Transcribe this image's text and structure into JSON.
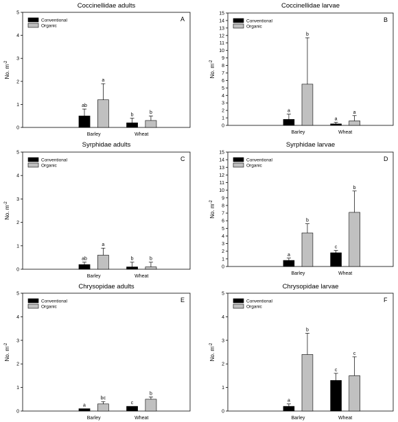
{
  "colors": {
    "conventional": "#000000",
    "organic": "#c0c0c0",
    "axis": "#000000"
  },
  "chart_data": [
    {
      "type": "bar",
      "title": "Coccinellidae adults",
      "panel": "A",
      "ylabel": "No. m",
      "ylabel_superscript": "-2",
      "ylim": [
        0,
        5
      ],
      "yticks": [
        0,
        1,
        2,
        3,
        4,
        5
      ],
      "categories": [
        "Barley",
        "Wheat"
      ],
      "series": [
        {
          "name": "Conventional",
          "values": [
            0.5,
            0.2
          ],
          "errors": [
            0.3,
            0.2
          ],
          "labels": [
            "ab",
            "b"
          ]
        },
        {
          "name": "Organic",
          "values": [
            1.2,
            0.3
          ],
          "errors": [
            0.7,
            0.2
          ],
          "labels": [
            "a",
            "b"
          ]
        }
      ],
      "legend": "top-left"
    },
    {
      "type": "bar",
      "title": "Coccinellidae larvae",
      "panel": "B",
      "ylabel": "No. m",
      "ylabel_superscript": "-2",
      "ylim": [
        0,
        15
      ],
      "yticks": [
        0,
        1,
        2,
        3,
        4,
        5,
        6,
        7,
        8,
        9,
        10,
        11,
        12,
        13,
        14,
        15
      ],
      "categories": [
        "Barley",
        "Wheat"
      ],
      "series": [
        {
          "name": "Conventional",
          "values": [
            0.8,
            0.2
          ],
          "errors": [
            0.7,
            0.2
          ],
          "labels": [
            "a",
            "a"
          ]
        },
        {
          "name": "Organic",
          "values": [
            5.5,
            0.6
          ],
          "errors": [
            6.2,
            0.7
          ],
          "labels": [
            "b",
            "a"
          ]
        }
      ],
      "legend": "top-left"
    },
    {
      "type": "bar",
      "title": "Syrphidae adults",
      "panel": "C",
      "ylabel": "No. m",
      "ylabel_superscript": "-2",
      "ylim": [
        0,
        5
      ],
      "yticks": [
        0,
        1,
        2,
        3,
        4,
        5
      ],
      "categories": [
        "Barley",
        "Wheat"
      ],
      "series": [
        {
          "name": "Conventional",
          "values": [
            0.2,
            0.1
          ],
          "errors": [
            0.1,
            0.2
          ],
          "labels": [
            "ab",
            "b"
          ]
        },
        {
          "name": "Organic",
          "values": [
            0.6,
            0.1
          ],
          "errors": [
            0.3,
            0.2
          ],
          "labels": [
            "a",
            "b"
          ]
        }
      ],
      "legend": "top-left"
    },
    {
      "type": "bar",
      "title": "Syrphidae larvae",
      "panel": "D",
      "ylabel": "No. m",
      "ylabel_superscript": "-2",
      "ylim": [
        0,
        15
      ],
      "yticks": [
        0,
        1,
        2,
        3,
        4,
        5,
        6,
        7,
        8,
        9,
        10,
        11,
        12,
        13,
        14,
        15
      ],
      "categories": [
        "Barley",
        "Wheat"
      ],
      "series": [
        {
          "name": "Conventional",
          "values": [
            0.8,
            1.8
          ],
          "errors": [
            0.3,
            0.3
          ],
          "labels": [
            "a",
            "c"
          ]
        },
        {
          "name": "Organic",
          "values": [
            4.4,
            7.1
          ],
          "errors": [
            1.2,
            2.8
          ],
          "labels": [
            "b",
            "b"
          ]
        }
      ],
      "legend": "top-left"
    },
    {
      "type": "bar",
      "title": "Chrysopidae adults",
      "panel": "E",
      "ylabel": "No. m",
      "ylabel_superscript": "-2",
      "ylim": [
        0,
        5
      ],
      "yticks": [
        0,
        1,
        2,
        3,
        4,
        5
      ],
      "categories": [
        "Barley",
        "Wheat"
      ],
      "series": [
        {
          "name": "Conventional",
          "values": [
            0.1,
            0.2
          ],
          "errors": [
            0.0,
            0.0
          ],
          "labels": [
            "a",
            "c"
          ]
        },
        {
          "name": "Organic",
          "values": [
            0.3,
            0.5
          ],
          "errors": [
            0.1,
            0.1
          ],
          "labels": [
            "bc",
            "b"
          ]
        }
      ],
      "legend": "top-left"
    },
    {
      "type": "bar",
      "title": "Chrysopidae larvae",
      "panel": "F",
      "ylabel": "No. m",
      "ylabel_superscript": "-2",
      "ylim": [
        0,
        5
      ],
      "yticks": [
        0,
        1,
        2,
        3,
        4,
        5
      ],
      "categories": [
        "Barley",
        "Wheat"
      ],
      "series": [
        {
          "name": "Conventional",
          "values": [
            0.2,
            1.3
          ],
          "errors": [
            0.1,
            0.3
          ],
          "labels": [
            "a",
            "c"
          ]
        },
        {
          "name": "Organic",
          "values": [
            2.4,
            1.5
          ],
          "errors": [
            0.9,
            0.8
          ],
          "labels": [
            "b",
            "c"
          ]
        }
      ],
      "legend": "top-left"
    }
  ]
}
